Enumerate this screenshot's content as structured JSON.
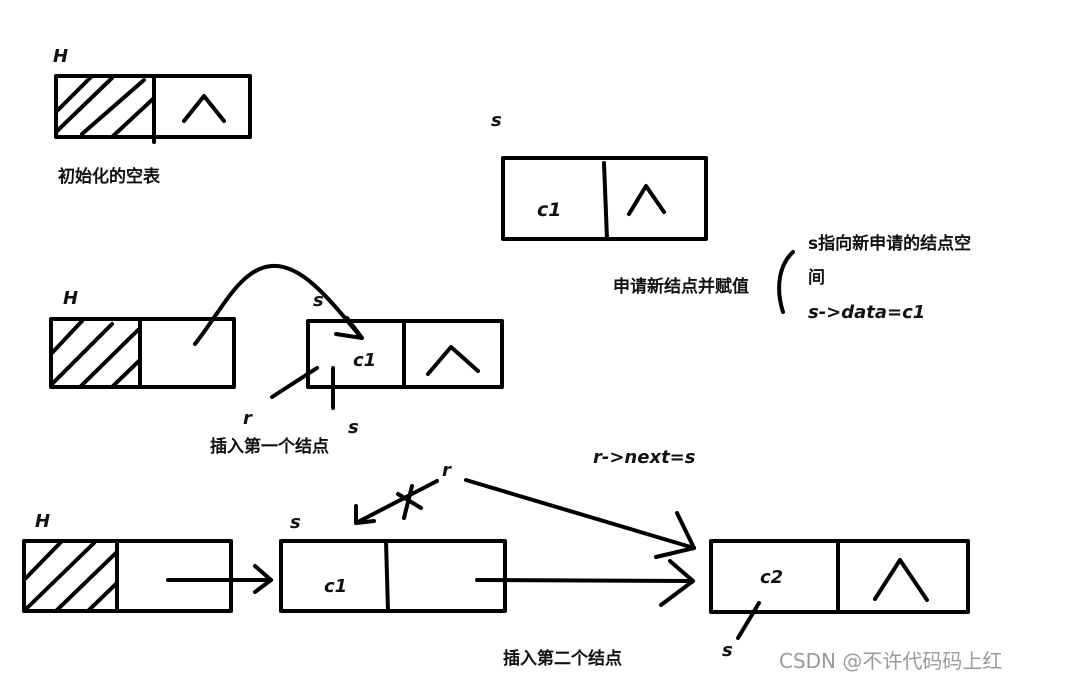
{
  "section1": {
    "head_label": "H",
    "caption": "初始化的空表",
    "null_symbol": "∧"
  },
  "new_node": {
    "pointer_label": "s",
    "data_value": "c1",
    "null_symbol": "∧",
    "brace_caption": "申请新结点并赋值",
    "note_line1": "s指向新申请的结点空",
    "note_line2": "间",
    "note_line3": "s->data=c1"
  },
  "section2": {
    "head_label": "H",
    "node_pointer_label": "s",
    "data_value": "c1",
    "null_symbol": "∧",
    "r_label": "r",
    "s_label": "s",
    "caption": "插入第一个结点"
  },
  "section3": {
    "head_label": "H",
    "node1_pointer_label": "s",
    "node1_data": "c1",
    "r_label": "r",
    "assign_text": "r->next=s",
    "node2_data": "c2",
    "node2_null_symbol": "∧",
    "node2_pointer_label": "s",
    "caption": "插入第二个结点"
  },
  "watermark": "CSDN @不许代码码上红"
}
